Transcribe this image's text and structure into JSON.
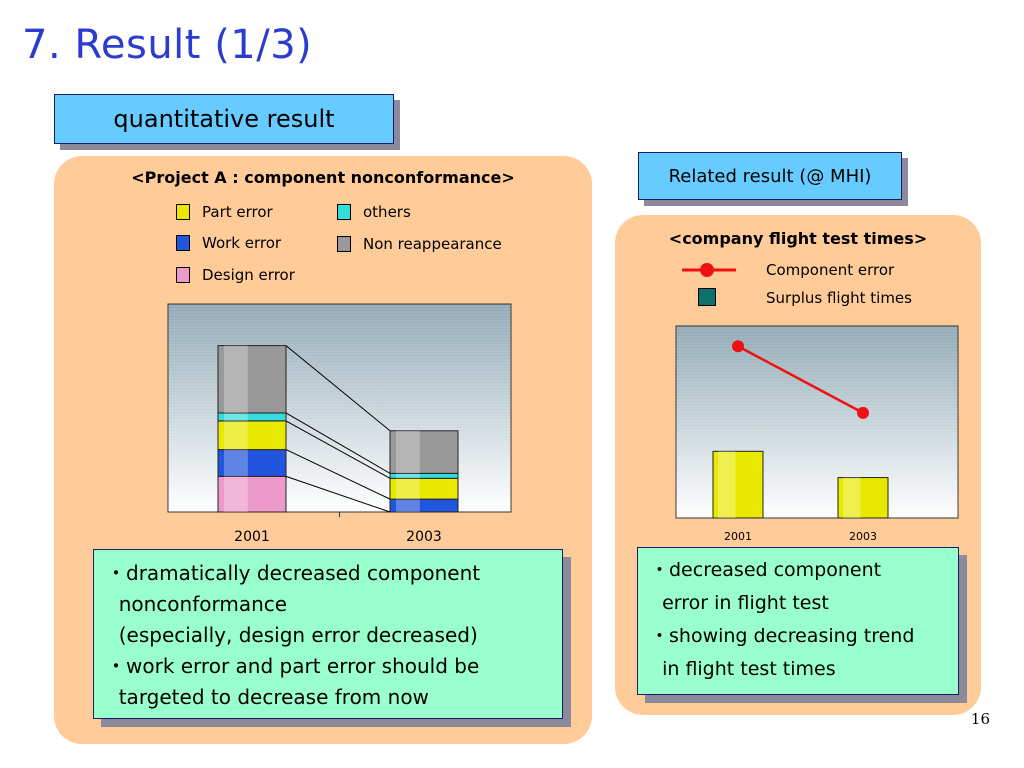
{
  "title": "7. Result (1/3)",
  "quantitative_label": "quantitative result",
  "related_label": "Related result (@ MHI)",
  "page_number": "16",
  "colors": {
    "part_error": "#e8e800",
    "work_error": "#2255dd",
    "design_error": "#ee99cc",
    "others": "#33dddd",
    "non_reappearance": "#999999",
    "component_error": "#ee1111",
    "surplus_flight_times": "#e8e800",
    "panel": "#ffcc99",
    "note": "#99ffcc",
    "label_box": "#66ccff",
    "title": "#2b3ccf"
  },
  "left_chart": {
    "title": "<Project A : component nonconformance>",
    "legend": {
      "part_error": "Part error",
      "work_error": "Work error",
      "design_error": "Design error",
      "others": "others",
      "non_reappearance": "Non reappearance"
    }
  },
  "right_chart": {
    "title": "<company flight test times>",
    "legend": {
      "component_error": "Component error",
      "surplus": "Surplus flight times"
    }
  },
  "chart_data": [
    {
      "type": "bar",
      "stacked": true,
      "title": "<Project A : component nonconformance>",
      "categories": [
        "2001",
        "2003"
      ],
      "series": [
        {
          "name": "Design error",
          "values": [
            36,
            0
          ]
        },
        {
          "name": "Work error",
          "values": [
            27,
            13
          ]
        },
        {
          "name": "Part error",
          "values": [
            29,
            21
          ]
        },
        {
          "name": "others",
          "values": [
            8,
            5
          ]
        },
        {
          "name": "Non reappearance",
          "values": [
            68,
            43
          ]
        }
      ],
      "ylim": [
        0,
        210
      ],
      "grid": false,
      "legend_placement": "top"
    },
    {
      "type": "bar",
      "title": "<company flight test times>",
      "categories": [
        "2001",
        "2003"
      ],
      "series": [
        {
          "name": "Surplus flight times",
          "values": [
            66,
            40
          ]
        },
        {
          "name": "Component error",
          "type": "line",
          "values": [
            170,
            104
          ]
        }
      ],
      "ylim": [
        0,
        190
      ],
      "grid": false,
      "legend_placement": "top"
    }
  ],
  "left_note": {
    "lines": [
      "・dramatically decreased component",
      "  nonconformance",
      "  (especially, design error decreased)",
      "・work error and part error should be",
      "  targeted to decrease from now"
    ]
  },
  "right_note": {
    "lines": [
      "・decreased component",
      "  error in flight test",
      "・showing decreasing trend",
      "  in flight test times"
    ]
  }
}
